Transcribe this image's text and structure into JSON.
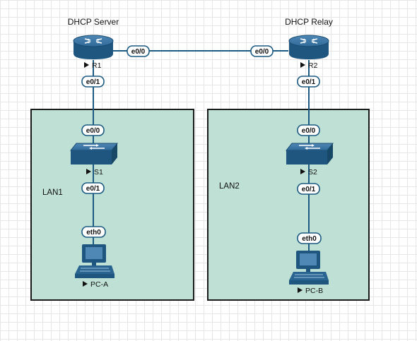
{
  "routers": {
    "r1": {
      "name": "R1",
      "role": "DHCP Server"
    },
    "r2": {
      "name": "R2",
      "role": "DHCP Relay"
    }
  },
  "switches": {
    "s1": {
      "name": "S1"
    },
    "s2": {
      "name": "S2"
    }
  },
  "pcs": {
    "pca": {
      "name": "PC-A"
    },
    "pcb": {
      "name": "PC-B"
    }
  },
  "lans": {
    "lan1": {
      "label": "LAN1"
    },
    "lan2": {
      "label": "LAN2"
    }
  },
  "interfaces": {
    "r1_e00": "e0/0",
    "r2_e00": "e0/0",
    "r1_e01": "e0/1",
    "s1_e00": "e0/0",
    "s1_e01": "e0/1",
    "pca_eth0": "eth0",
    "r2_e01": "e0/1",
    "s2_e00": "e0/0",
    "s2_e01": "e0/1",
    "pcb_eth0": "eth0"
  },
  "colors": {
    "lan_fill": "#bfe0d4",
    "device_blue": "#1c5a82",
    "link": "#1c5a82"
  },
  "icons": {
    "router": "router-icon",
    "switch": "switch-icon",
    "pc": "pc-icon",
    "play": "play-triangle-icon"
  }
}
